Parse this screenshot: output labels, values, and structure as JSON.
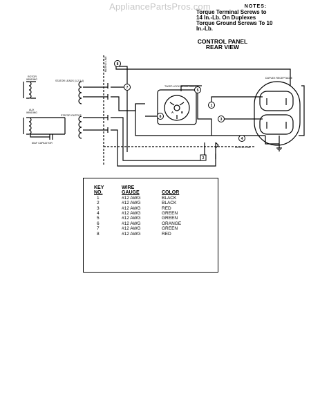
{
  "watermark": "AppliancePartsPros.com",
  "notes": {
    "header": "NOTES:",
    "lines": [
      "Torque Terminal Screws to",
      "14    In.-Lb.    On    Duplexes",
      "Torque Ground Screws To 10",
      "In.-Lb."
    ]
  },
  "panel": {
    "title_line1": "CONTROL PANEL",
    "title_line2": "REAR VIEW"
  },
  "labels": {
    "rotor_winding_1": "ROTOR",
    "rotor_winding_2": "WINDING",
    "aux_winding_1": "AUX",
    "aux_winding_2": "WINDING",
    "capacitor": "60uF CAPACITOR",
    "stator_leads": "STATOR LEADS (1,2,3,4)",
    "stator_output": "STATOR OUTPUT",
    "mating_line_left": "MATING LINE",
    "mating_line_bottom": "MATING LINE",
    "receptacle_left": "TWIST-LOCK RECEPTACLE",
    "receptacle_right": "DUPLEX RECEPTACLE",
    "terminal_a": "A",
    "terminal_b": "B"
  },
  "wire_numbers": [
    "1",
    "2",
    "3",
    "4",
    "5",
    "6",
    "7",
    "8"
  ],
  "key_table": {
    "headers": {
      "key_1": "KEY",
      "key_2": "NO.",
      "wire_1": "WIRE",
      "wire_2": "GAUGE",
      "color": "COLOR"
    },
    "rows": [
      {
        "no": "1",
        "gauge": "#12 AWG",
        "color": "BLACK"
      },
      {
        "no": "2",
        "gauge": "#12 AWG",
        "color": "BLACK"
      },
      {
        "no": "3",
        "gauge": "#12 AWG",
        "color": "RED"
      },
      {
        "no": "4",
        "gauge": "#12 AWG",
        "color": "GREEN"
      },
      {
        "no": "5",
        "gauge": "#12 AWG",
        "color": "GREEN"
      },
      {
        "no": "6",
        "gauge": "#12 AWG",
        "color": "ORANGE"
      },
      {
        "no": "7",
        "gauge": "#12 AWG",
        "color": "GREEN"
      },
      {
        "no": "8",
        "gauge": "#12 AWG",
        "color": "RED"
      }
    ]
  }
}
